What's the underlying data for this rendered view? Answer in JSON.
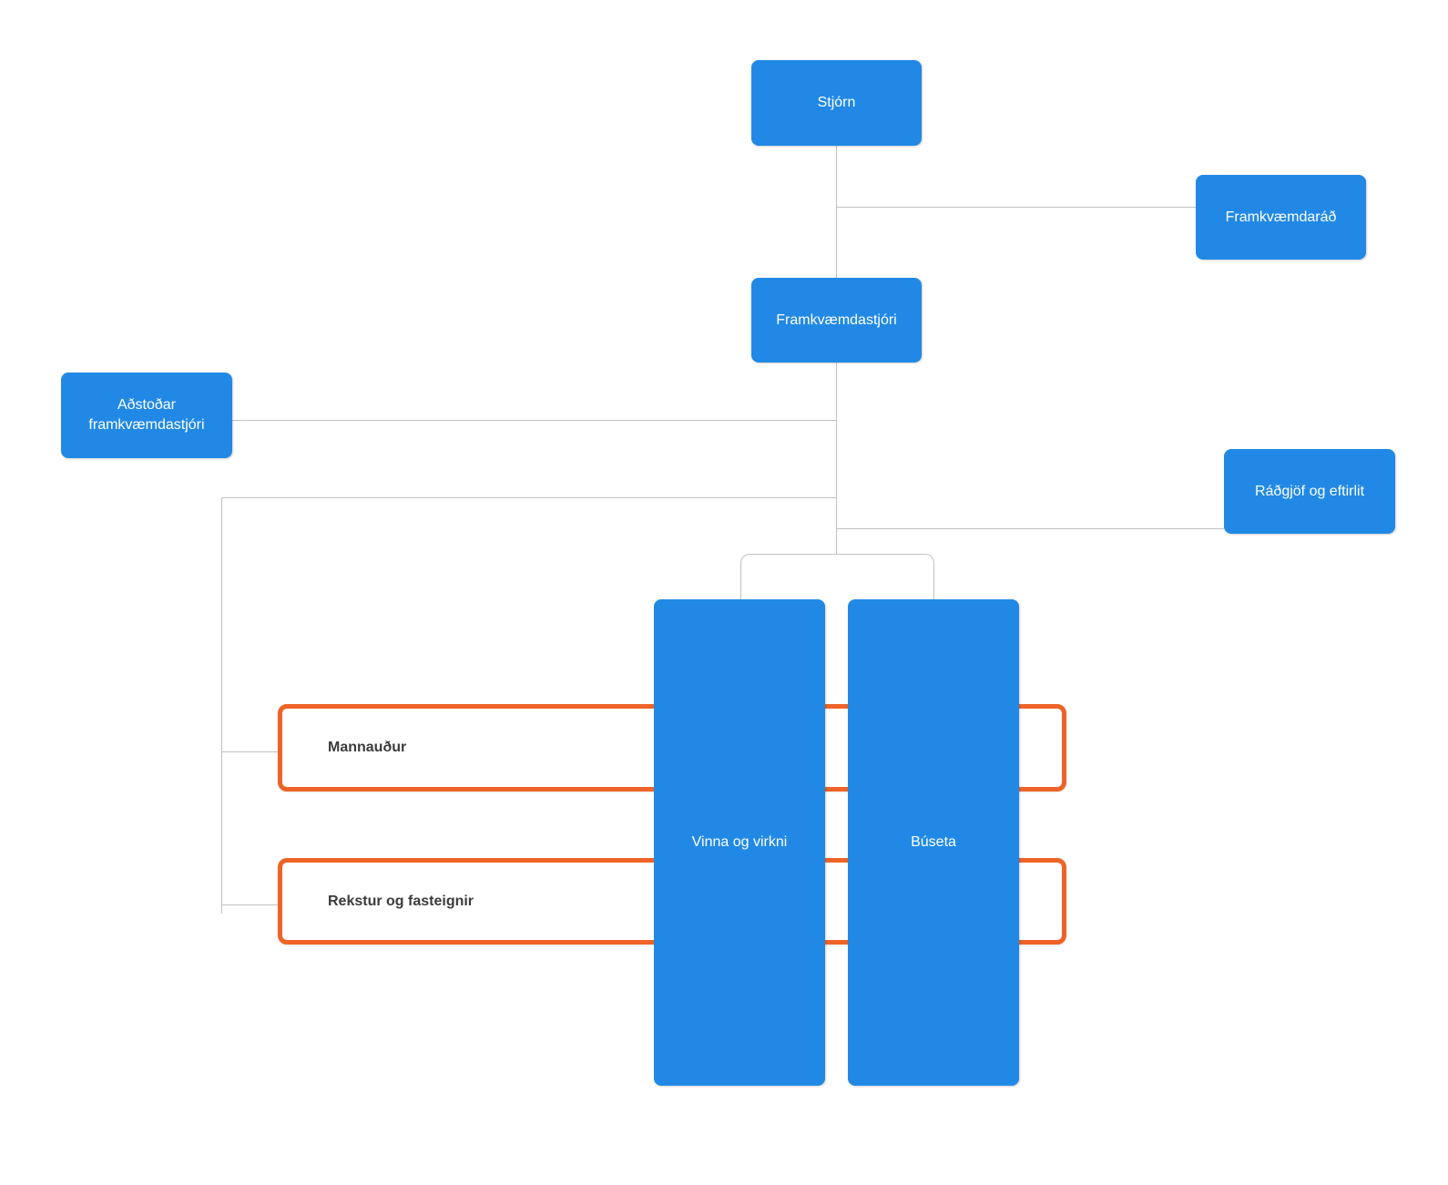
{
  "diagram": {
    "type": "org-chart",
    "background": "#ffffff",
    "nodes": {
      "stjorn": {
        "label": "Stjórn",
        "style": "blue-filled"
      },
      "framkvaemdarad": {
        "label": "Framkvæmdaráð",
        "style": "blue-filled"
      },
      "framkvaemdastjori": {
        "label": "Framkvæmdastjóri",
        "style": "blue-filled"
      },
      "adstodar": {
        "label": "Aðstoðar framkvæmdastjóri",
        "style": "blue-filled"
      },
      "radgjof": {
        "label": "Ráðgjöf og eftirlit",
        "style": "blue-filled"
      },
      "vinna": {
        "label": "Vinna og virkni",
        "style": "blue-filled-tall"
      },
      "buseta": {
        "label": "Búseta",
        "style": "blue-filled-tall"
      },
      "mannaudur": {
        "label": "Mannauður",
        "style": "orange-outline"
      },
      "rekstur": {
        "label": "Rekstur og fasteignir",
        "style": "orange-outline"
      }
    },
    "edges": [
      {
        "from": "stjorn",
        "to": "framkvaemdastjori"
      },
      {
        "from": "stjorn",
        "to": "framkvaemdarad"
      },
      {
        "from": "framkvaemdastjori",
        "to": "adstodar"
      },
      {
        "from": "framkvaemdastjori",
        "to": "radgjof"
      },
      {
        "from": "framkvaemdastjori",
        "to": "vinna"
      },
      {
        "from": "framkvaemdastjori",
        "to": "buseta"
      },
      {
        "from": "framkvaemdastjori",
        "to": "mannaudur"
      },
      {
        "from": "framkvaemdastjori",
        "to": "rekstur"
      }
    ],
    "colors": {
      "node_fill": "#2189e5",
      "node_text": "#ffffff",
      "outline_border": "#ee6428",
      "outline_fill": "#ffffff",
      "outline_text": "#3b3b3b",
      "connector": "#c2c2c2",
      "background": "#ffffff"
    }
  }
}
